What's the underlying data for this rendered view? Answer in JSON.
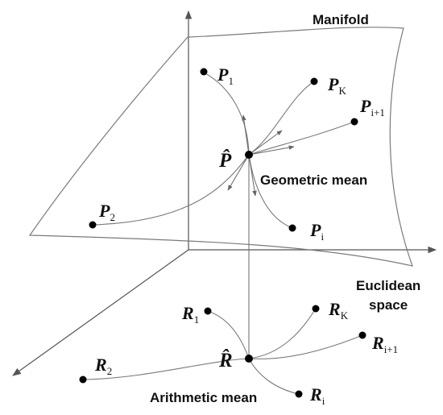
{
  "labels": {
    "manifold": "Manifold",
    "geometric_mean": "Geometric mean",
    "euclidean_line1": "Euclidean",
    "euclidean_line2": "space",
    "arithmetic_mean": "Arithmetic mean"
  },
  "points": {
    "P1": {
      "var": "P",
      "sub": "1"
    },
    "PK": {
      "var": "P",
      "sub": "K"
    },
    "Pi1": {
      "var": "P",
      "sub": "i+1"
    },
    "P2": {
      "var": "P",
      "sub": "2"
    },
    "Pi": {
      "var": "P",
      "sub": "i"
    },
    "Phat": {
      "var": "P̂",
      "sub": ""
    },
    "R1": {
      "var": "R",
      "sub": "1"
    },
    "RK": {
      "var": "R",
      "sub": "K"
    },
    "Ri1": {
      "var": "R",
      "sub": "i+1"
    },
    "R2": {
      "var": "R",
      "sub": "2"
    },
    "Ri": {
      "var": "R",
      "sub": "i"
    },
    "Rhat": {
      "var": "R̂",
      "sub": ""
    }
  },
  "colors": {
    "axis": "#555555",
    "curve": "#7a7a7a",
    "point": "#000000"
  }
}
